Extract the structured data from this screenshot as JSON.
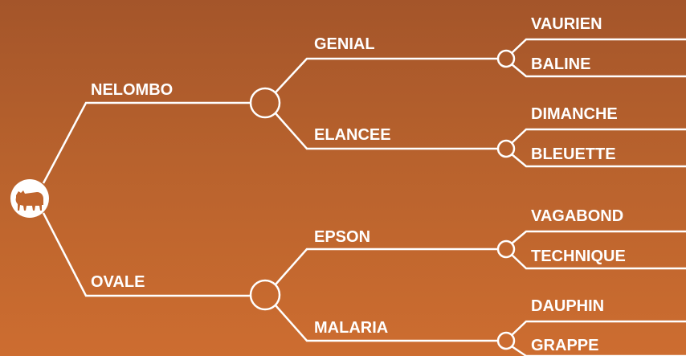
{
  "tree": {
    "root_icon": "bull-icon",
    "branches": [
      {
        "label": "NELOMBO",
        "children": [
          {
            "label": "GENIAL",
            "children": [
              "VAURIEN",
              "BALINE"
            ]
          },
          {
            "label": "ELANCEE",
            "children": [
              "DIMANCHE",
              "BLEUETTE"
            ]
          }
        ]
      },
      {
        "label": "OVALE",
        "children": [
          {
            "label": "EPSON",
            "children": [
              "VAGABOND",
              "TECHNIQUE"
            ]
          },
          {
            "label": "MALARIA",
            "children": [
              "DAUPHIN",
              "GRAPPE"
            ]
          }
        ]
      }
    ]
  },
  "colors": {
    "line": "#ffffff",
    "background_top": "#a4552a",
    "background_bottom": "#cd6d30"
  }
}
